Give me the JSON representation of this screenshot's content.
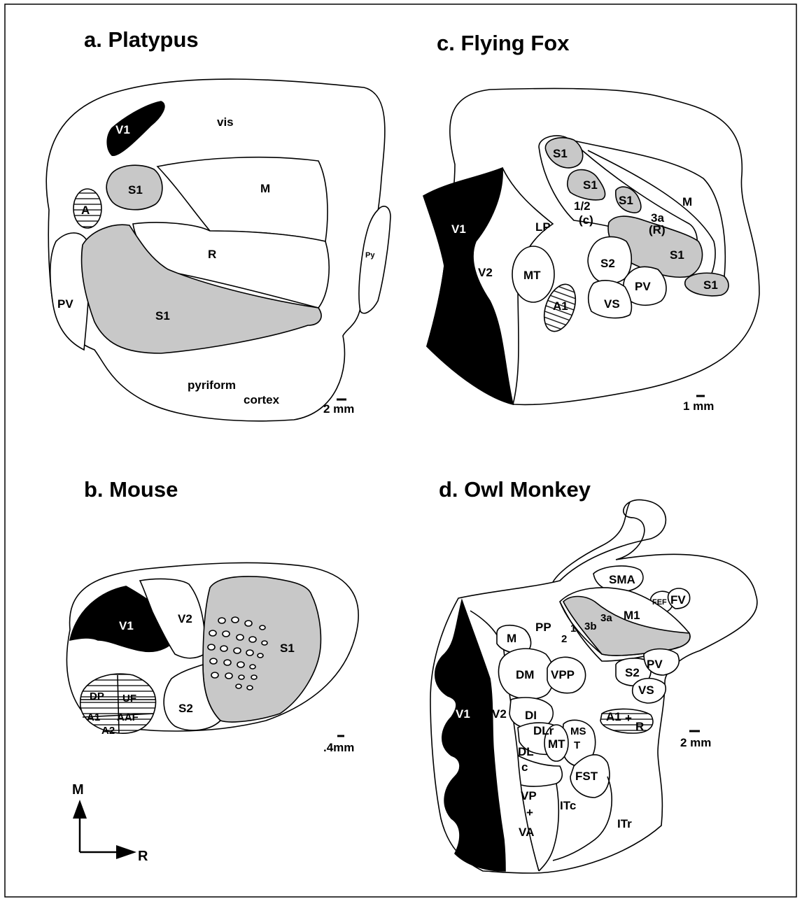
{
  "panels": {
    "a": {
      "title": "a. Platypus",
      "labels": {
        "V1": "V1",
        "vis": "vis",
        "S1a": "S1",
        "M": "M",
        "A": "A",
        "R": "R",
        "PV": "PV",
        "S1b": "S1",
        "Py": "Py",
        "pyriform": "pyriform",
        "cortex": "cortex"
      },
      "scale": "2 mm"
    },
    "b": {
      "title": "b. Mouse",
      "labels": {
        "V1": "V1",
        "V2": "V2",
        "S1": "S1",
        "S2": "S2",
        "DP": "DP",
        "UF": "UF",
        "A1": "A1",
        "AAF": "AAF",
        "A2": "A2"
      },
      "scale": ".4mm",
      "axes": {
        "medial": "M",
        "rostral": "R"
      }
    },
    "c": {
      "title": "c. Flying Fox",
      "labels": {
        "S1a": "S1",
        "S1b": "S1",
        "S1c": "S1",
        "S1d": "S1",
        "S1e": "S1",
        "M": "M",
        "V1": "V1",
        "V2": "V2",
        "LP": "LP",
        "half": "1/2",
        "c": "(c)",
        "threeA": "3a",
        "Rp": "(R)",
        "MT": "MT",
        "S2": "S2",
        "PV": "PV",
        "VS": "VS",
        "A1": "A1"
      },
      "scale": "1 mm"
    },
    "d": {
      "title": "d. Owl Monkey",
      "labels": {
        "SMA": "SMA",
        "FEF": "FEF",
        "FV": "FV",
        "PP": "PP",
        "M": "M",
        "one": "1",
        "two": "2",
        "threeB": "3b",
        "threeA": "3a",
        "M1": "M1",
        "DM": "DM",
        "VPP": "VPP",
        "S2": "S2",
        "PV": "PV",
        "VS": "VS",
        "V1": "V1",
        "V2": "V2",
        "DI": "DI",
        "DLr": "DLr",
        "MS": "MS",
        "T": "T",
        "MT": "MT",
        "A1": "A1",
        "plus1": "+",
        "R": "R",
        "DL": "DL",
        "c": "c",
        "FST": "FST",
        "VP": "VP",
        "plus2": "+",
        "VA": "VA",
        "ITc": "ITc",
        "ITr": "ITr"
      },
      "scale": "2 mm"
    }
  }
}
